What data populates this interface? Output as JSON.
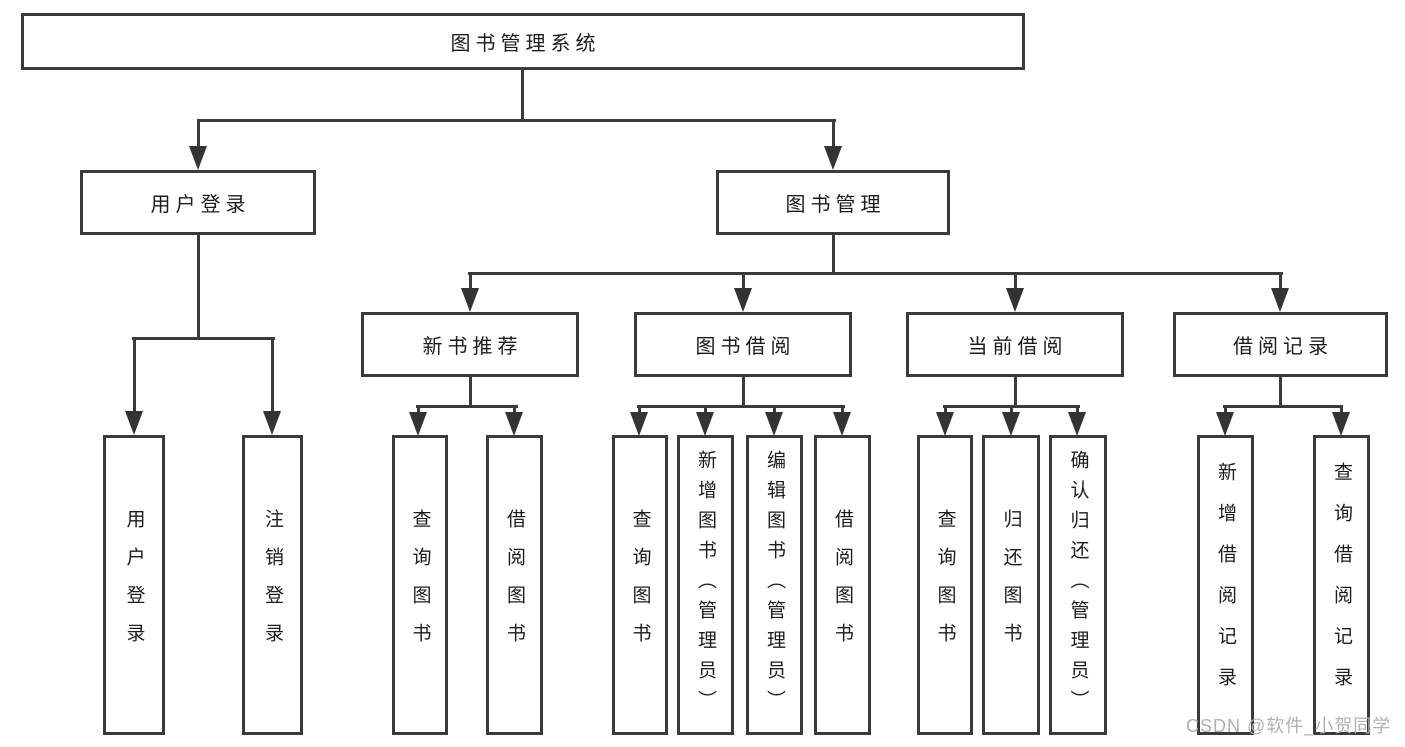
{
  "diagram": {
    "title": "图书管理系统",
    "level2": {
      "user_login": "用户登录",
      "book_mgmt": "图书管理"
    },
    "level3": {
      "new_book": "新书推荐",
      "book_borrow": "图书借阅",
      "current_borrow": "当前借阅",
      "borrow_record": "借阅记录"
    },
    "leaves": {
      "user_login": "用户登录",
      "logout": "注销登录",
      "nb_query": "查询图书",
      "nb_borrow": "借阅图书",
      "bb_query": "查询图书",
      "bb_add": "新增图书（管理员）",
      "bb_edit": "编辑图书（管理员）",
      "bb_borrow": "借阅图书",
      "cb_query": "查询图书",
      "cb_return": "归还图书",
      "cb_confirm": "确认归还（管理员）",
      "br_add": "新增借阅记录",
      "br_query": "查询借阅记录"
    },
    "watermark": "CSDN @软件_小贺同学",
    "colors": {
      "line": "#3a3a3a",
      "text": "#1c1c1c",
      "watermark": "#b2b0b3",
      "background": "#ffffff"
    }
  }
}
